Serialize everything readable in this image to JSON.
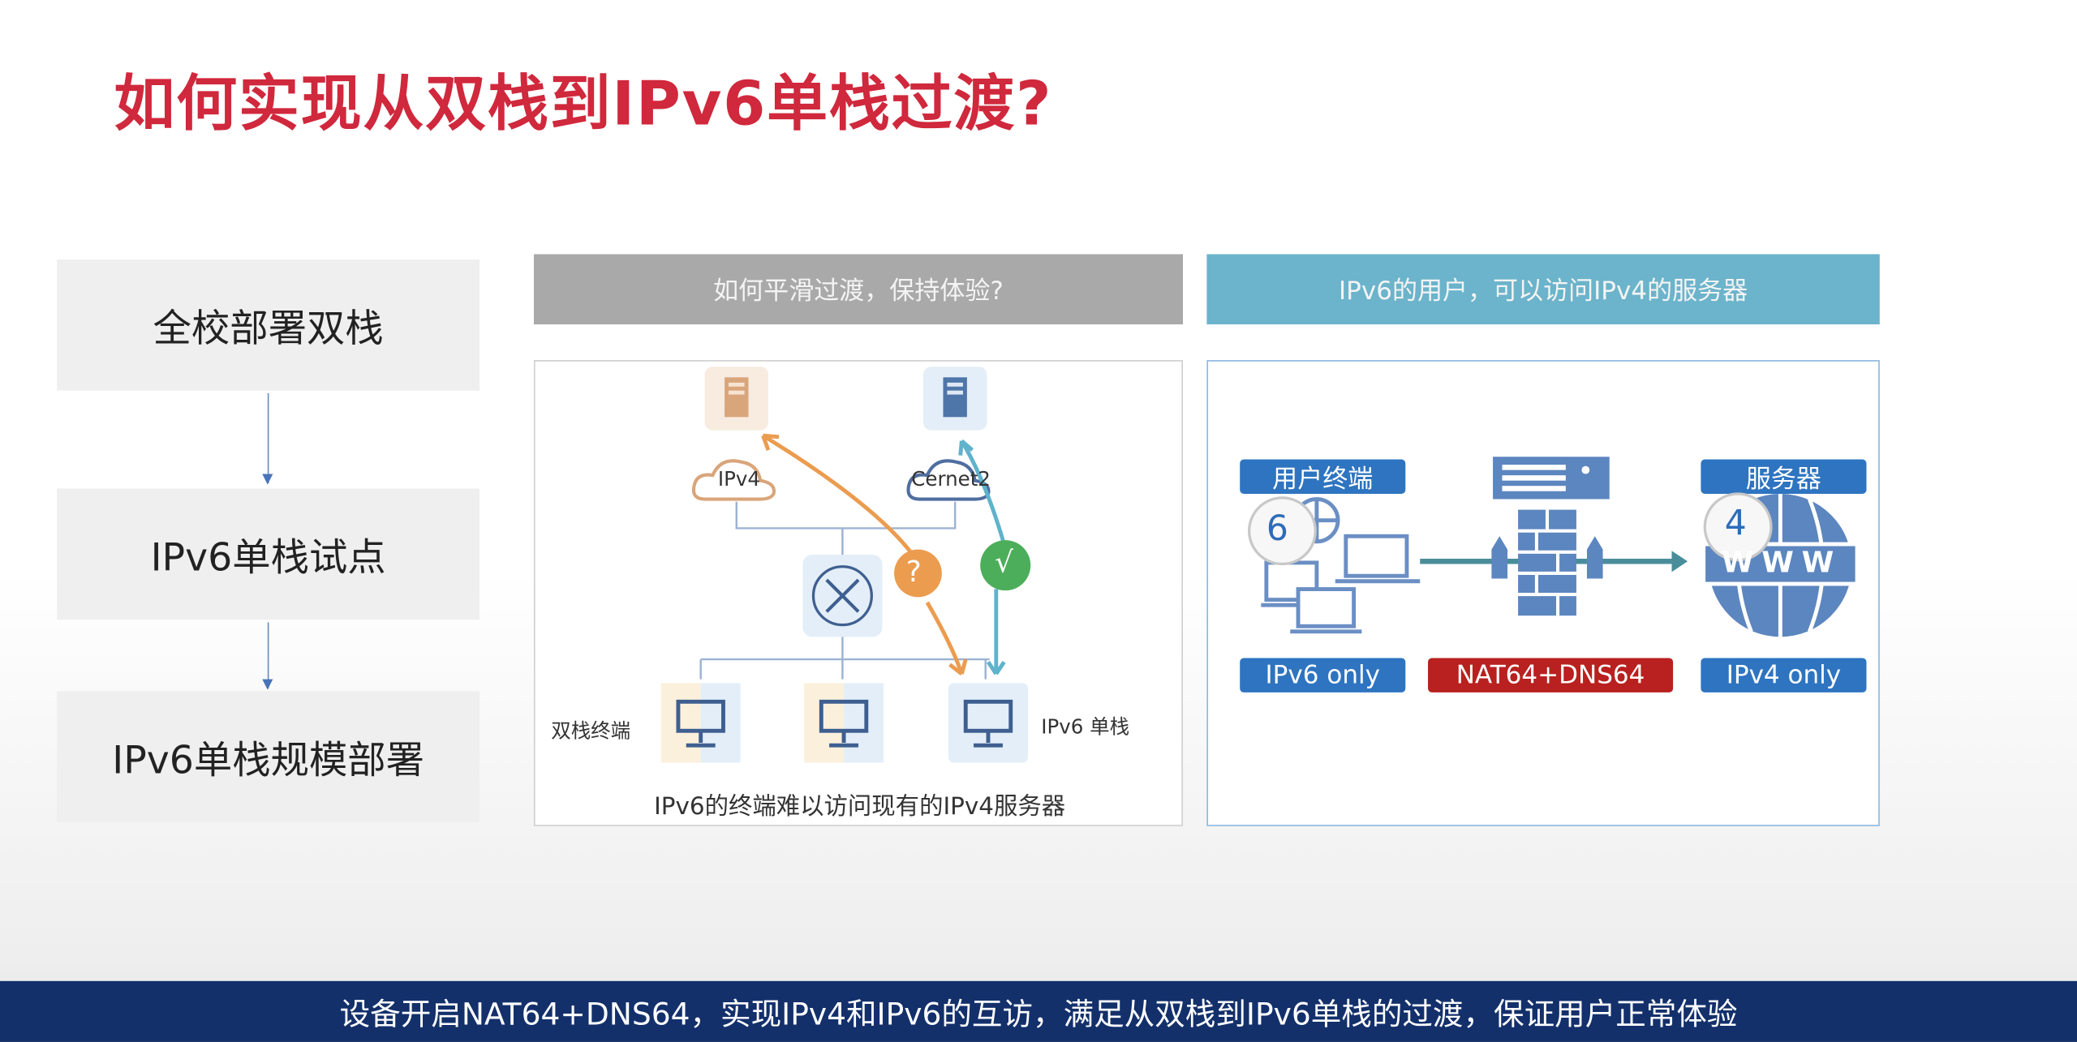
{
  "title": "如何实现从双栈到IPv6单栈过渡?",
  "steps": [
    {
      "label": "全校部署双栈"
    },
    {
      "label": "IPv6单栈试点"
    },
    {
      "label": "IPv6单栈规模部署"
    }
  ],
  "left_panel": {
    "header": "如何平滑过渡，保持体验?",
    "cloud_ipv4": "IPv4",
    "cloud_cernet": "Cernet2",
    "question_mark": "?",
    "check_mark": "√",
    "dual_stack_label": "双栈终端",
    "ipv6_single_label": "IPv6 单栈",
    "caption": "IPv6的终端难以访问现有的IPv4服务器"
  },
  "right_panel": {
    "header": "IPv6的用户，可以访问IPv4的服务器",
    "user_label": "用户终端",
    "server_label": "服务器",
    "badge_6": "6",
    "badge_4": "4",
    "www": "WWW",
    "ipv6_only": "IPv6 only",
    "nat64": "NAT64+DNS64",
    "ipv4_only": "IPv4 only"
  },
  "bottom_banner": "设备开启NAT64+DNS64，实现IPv4和IPv6的互访，满足从双栈到IPv6单栈的过渡，保证用户正常体验",
  "colors": {
    "title": "#d0283c",
    "gray_header": "#a9a9a9",
    "teal_header": "#6bb4cb",
    "blue_tag": "#2e74c0",
    "red_tag": "#b8211f",
    "banner": "#13306b",
    "orange": "#eb9c4f",
    "green": "#4cae5a"
  }
}
